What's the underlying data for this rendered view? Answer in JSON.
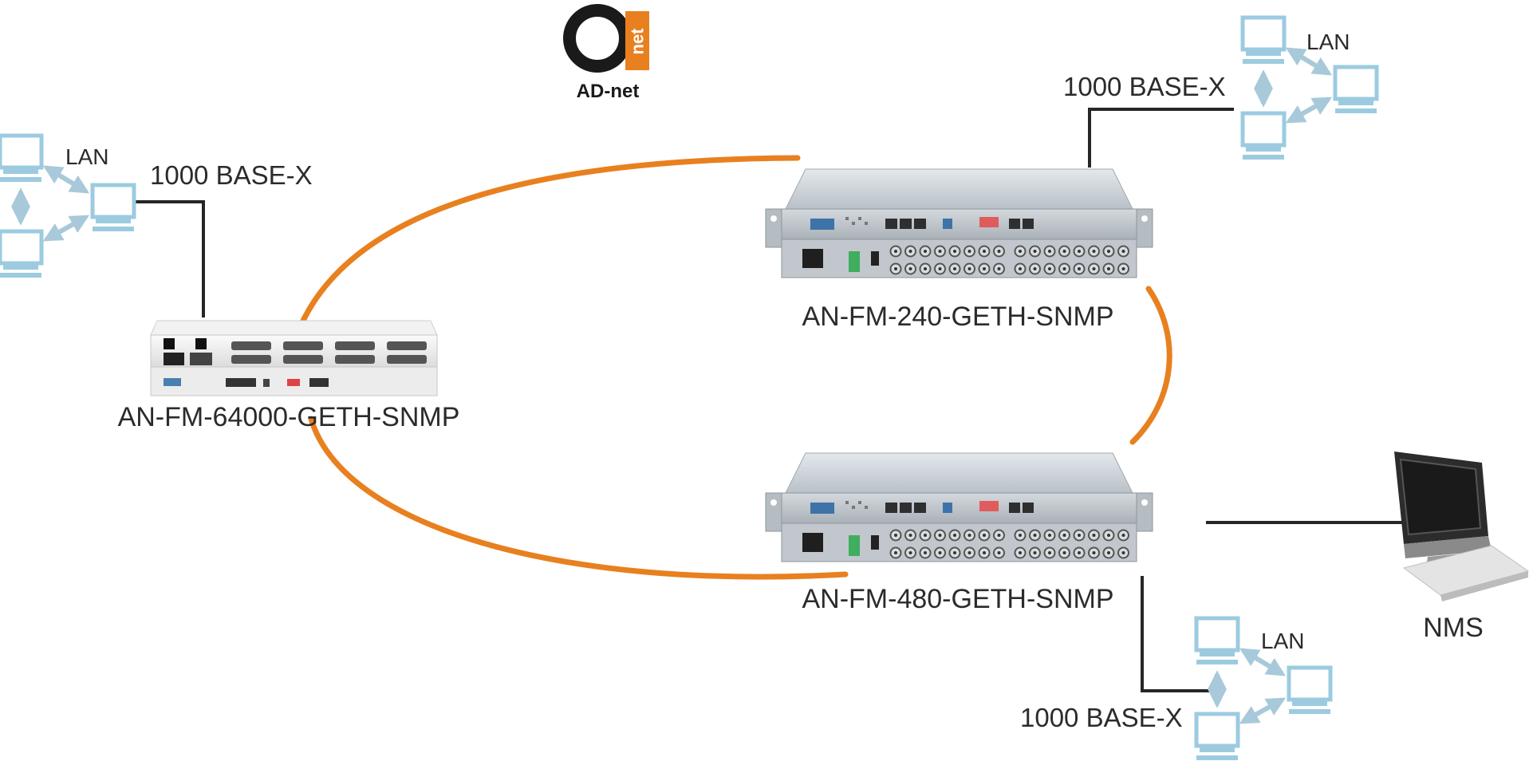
{
  "logo": {
    "name": "AD-net",
    "mark_text": "net",
    "accent": "#e8801f"
  },
  "colors": {
    "ring": "#e8801f",
    "wire": "#262626",
    "pc_blue": "#9ccbe0",
    "pc_arrow": "#a8c9d9",
    "chassis": "#c9cfd4"
  },
  "devices": [
    {
      "id": "dev-64000",
      "label": "AN-FM-64000-GETH-SNMP"
    },
    {
      "id": "dev-240",
      "label": "AN-FM-240-GETH-SNMP"
    },
    {
      "id": "dev-480",
      "label": "AN-FM-480-GETH-SNMP"
    }
  ],
  "lans": [
    {
      "label": "LAN",
      "link_label": "1000 BASE-X",
      "attached_to": "AN-FM-64000-GETH-SNMP"
    },
    {
      "label": "LAN",
      "link_label": "1000 BASE-X",
      "attached_to": "AN-FM-240-GETH-SNMP"
    },
    {
      "label": "LAN",
      "link_label": "1000 BASE-X",
      "attached_to": "AN-FM-480-GETH-SNMP"
    }
  ],
  "nms": {
    "label": "NMS",
    "attached_to": "AN-FM-480-GETH-SNMP"
  }
}
